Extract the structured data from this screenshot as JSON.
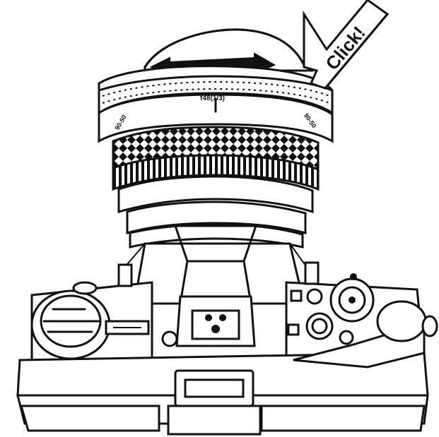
{
  "callout": {
    "text": "Click!"
  },
  "lens_ring": {
    "left_mark": "90-50",
    "center_mark": "f48(1/3)",
    "right_mark": "90-50"
  },
  "colors": {
    "ink": "#111111",
    "paper": "#ffffff"
  }
}
